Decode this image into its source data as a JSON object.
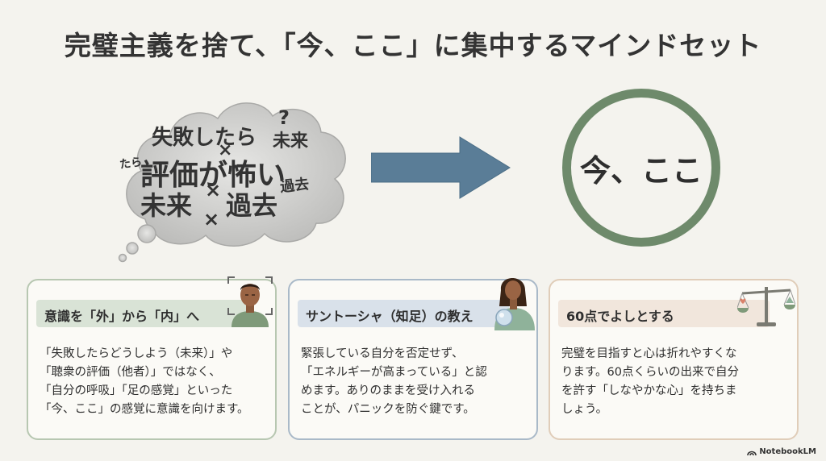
{
  "title": "完璧主義を捨て、「今、ここ」に集中するマインドセット",
  "cloud": {
    "line1": "失敗したら",
    "line2": "評価が怖い",
    "line3a": "未来",
    "line3b": "過去",
    "question": "?",
    "future_small": "未来",
    "tara_small": "たら",
    "past_small": "過去",
    "cross": "×"
  },
  "circle_text": "今、ここ",
  "cards": [
    {
      "header": "意識を「外」から「内」へ",
      "lines": [
        "「失敗したらどうしよう（未来）」や",
        "「聴衆の評価（他者）」ではなく、",
        "「自分の呼吸」「足の感覚」といった",
        "「今、ここ」の感覚に意識を向けます。"
      ]
    },
    {
      "header": "サントーシャ（知足）の教え",
      "lines": [
        "緊張している自分を否定せず、",
        "「エネルギーが高まっている」と認",
        "めます。ありのままを受け入れる",
        "ことが、パニックを防ぐ鍵です。"
      ]
    },
    {
      "header": "60点でよしとする",
      "lines": [
        "完璧を目指すと心は折れやすくな",
        "ります。60点くらいの出来で自分",
        "を許す「しなやかな心」を持ちま",
        "しょう。"
      ]
    }
  ],
  "footer": "NotebookLM",
  "colors": {
    "background": "#f4f3ee",
    "ring": "#6e8a6b",
    "arrow": "#5a7d97",
    "card1_header": "#d9e3d6",
    "card2_header": "#d9e1ea",
    "card3_header": "#f1e6dc"
  }
}
